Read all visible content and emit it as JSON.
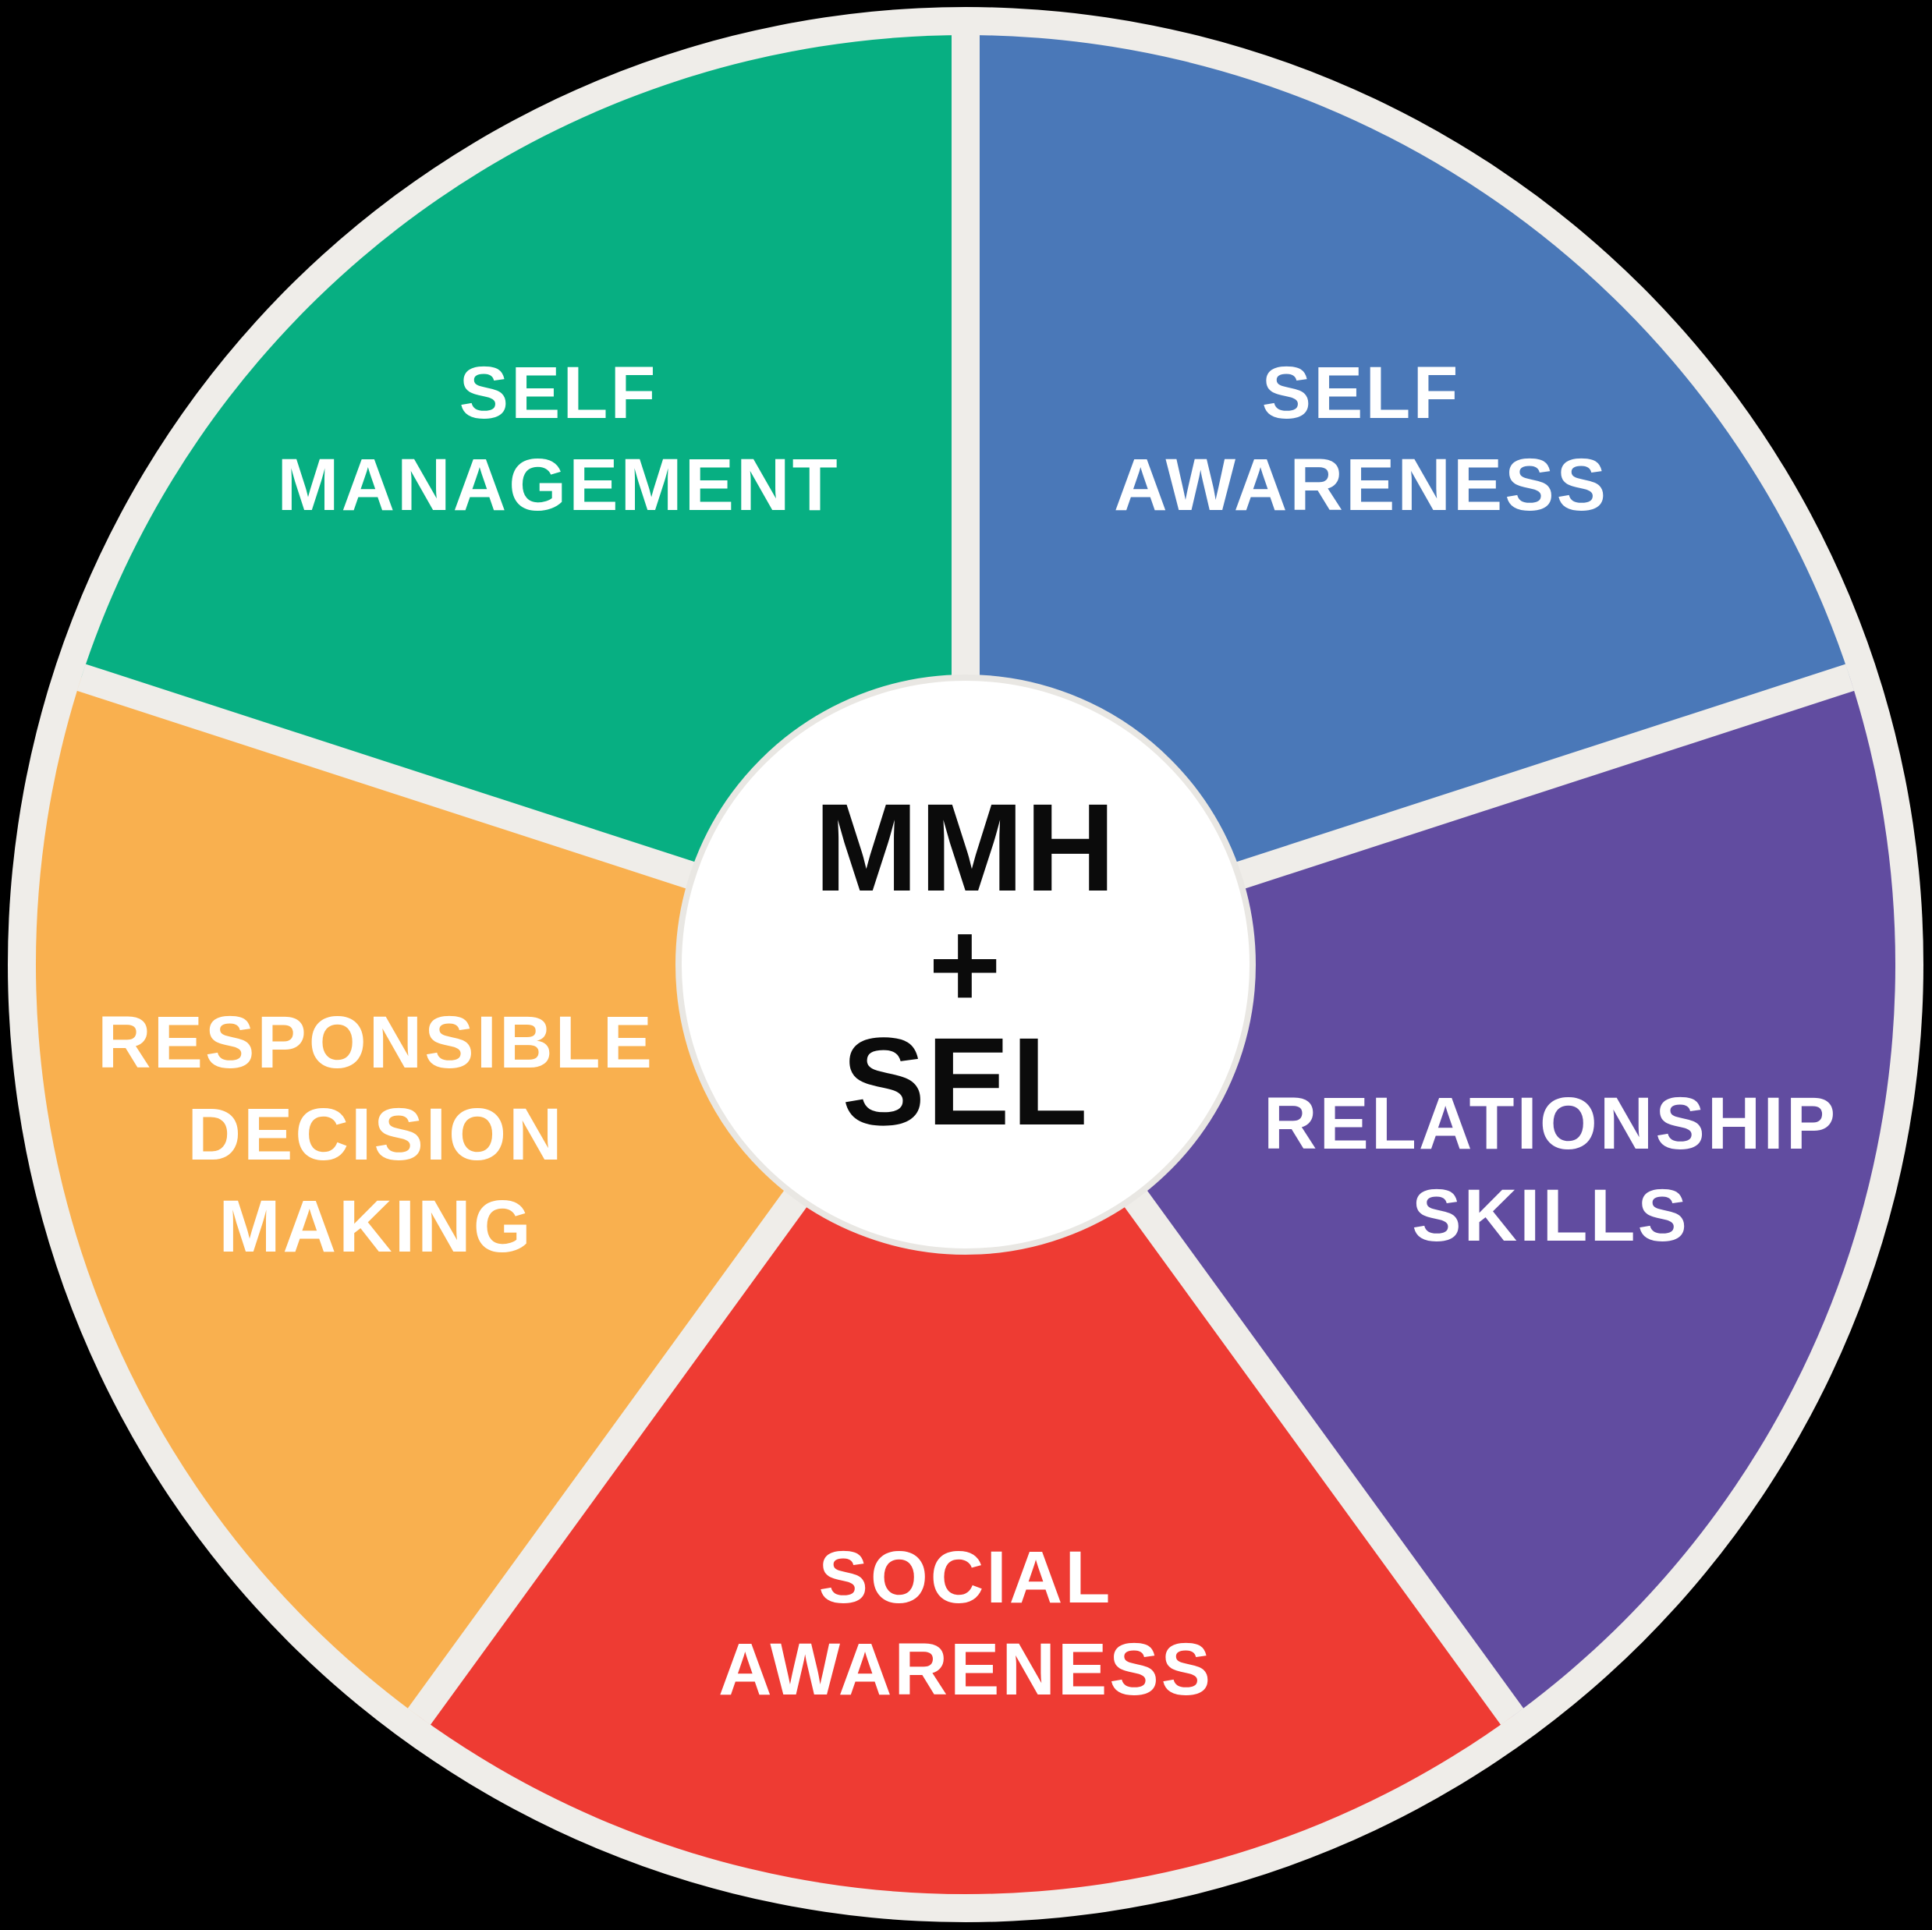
{
  "wheel": {
    "background_color": "#000000",
    "ring_color": "#EFEDE9",
    "center_circle_color": "#FFFFFF",
    "center_circle_border_color": "#E9E7E3",
    "label_text_color": "#FFFFFF",
    "center_text_color": "#0B0B0B",
    "center_lines": [
      "MMH",
      "+",
      "SEL"
    ],
    "segments": [
      {
        "id": "self-awareness",
        "color": "#4A78B8",
        "lines": [
          "SELF",
          "AWARENESS"
        ]
      },
      {
        "id": "relationship-skills",
        "color": "#614CA0",
        "lines": [
          "RELATIONSHIP",
          "SKILLS"
        ]
      },
      {
        "id": "social-awareness",
        "color": "#EE3B33",
        "lines": [
          "SOCIAL",
          "AWARENESS"
        ]
      },
      {
        "id": "responsible-decision-making",
        "color": "#F9B04F",
        "lines": [
          "RESPONSIBLE",
          "DECISION",
          "MAKING"
        ]
      },
      {
        "id": "self-management",
        "color": "#07AF82",
        "lines": [
          "SELF",
          "MANAGEMENT"
        ]
      }
    ]
  }
}
